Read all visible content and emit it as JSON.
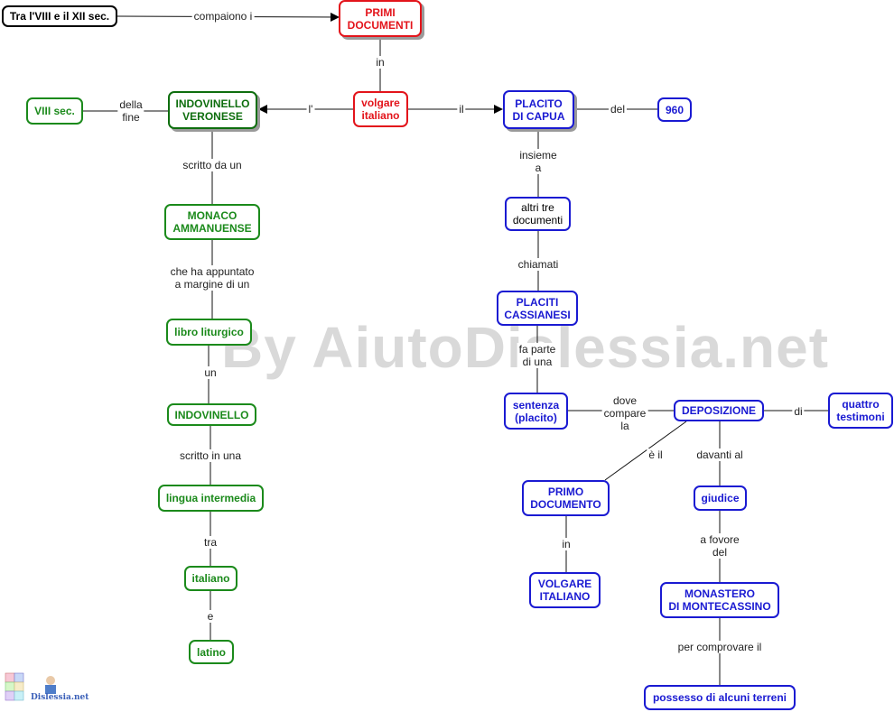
{
  "watermark": "By AiutoDislessia.net",
  "logo_text": "Dislessia.net",
  "nodes": {
    "n1": "Tra l'VIII e il XII sec.",
    "n2": "PRIMI\nDOCUMENTI",
    "n3": "VIII sec.",
    "n4": "INDOVINELLO\nVERONESE",
    "n5": "volgare\nitaliano",
    "n6": "PLACITO\nDI CAPUA",
    "n7": "960",
    "n8": "MONACO\nAMMANUENSE",
    "n9": "altri tre\ndocumenti",
    "n10": "PLACITI\nCASSIANESI",
    "n11": "libro liturgico",
    "n12": "INDOVINELLO",
    "n13": "sentenza\n(placito)",
    "n14": "DEPOSIZIONE",
    "n15": "quattro\ntestimoni",
    "n16": "lingua intermedia",
    "n17": "PRIMO\nDOCUMENTO",
    "n18": "giudice",
    "n19": "italiano",
    "n20": "VOLGARE\nITALIANO",
    "n21": "MONASTERO\nDI MONTECASSINO",
    "n22": "latino",
    "n23": "possesso di alcuni terreni"
  },
  "labels": {
    "l1": "compaiono i",
    "l2": "in",
    "l3": "l'",
    "l4": "il",
    "l5": "della\nfine",
    "l6": "del",
    "l7": "scritto da un",
    "l8": "insieme\na",
    "l9": "che ha appuntato\na margine di un",
    "l10": "chiamati",
    "l11": "un",
    "l12": "fa parte\ndi una",
    "l13": "scritto in una",
    "l14": "dove\ncompare\nla",
    "l15": "di",
    "l16": "è il",
    "l17": "davanti al",
    "l18": "tra",
    "l19": "in",
    "l20": "a fovore\ndel",
    "l21": "e",
    "l22": "per comprovare il"
  }
}
